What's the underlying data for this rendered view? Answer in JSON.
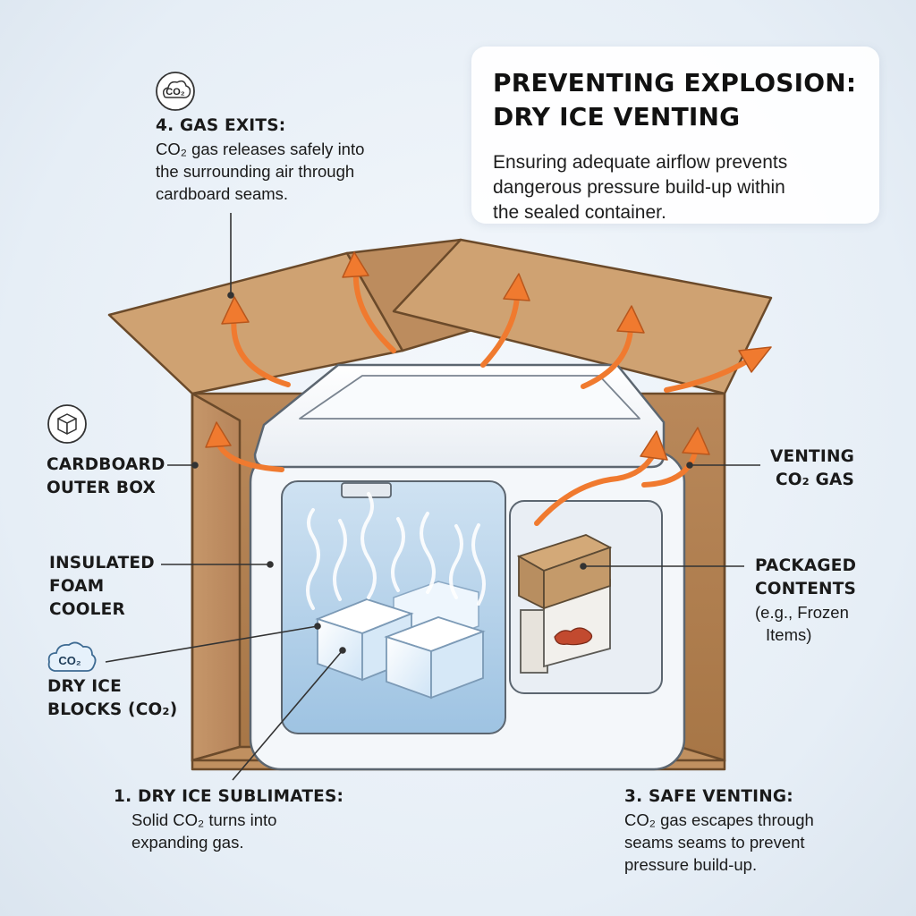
{
  "title": {
    "line1": "PREVENTING EXPLOSION:",
    "line2": "DRY ICE VENTING",
    "description": [
      "Ensuring adequate airflow prevents",
      "dangerous pressure build-up within",
      "the sealed container."
    ]
  },
  "labels": {
    "gas_exits": {
      "heading": "4. GAS EXITS:",
      "lines": [
        "CO₂ gas releases safely into",
        "the surrounding air through",
        "cardboard seams."
      ]
    },
    "cardboard_box": {
      "lines": [
        "CARDBOARD",
        "OUTER BOX"
      ]
    },
    "foam_cooler": {
      "lines": [
        "INSULATED",
        "FOAM",
        "COOLER"
      ]
    },
    "dry_ice": {
      "lines": [
        "DRY ICE",
        "BLOCKS (CO₂)"
      ]
    },
    "sublimates": {
      "heading": "1. DRY ICE SUBLIMATES:",
      "lines": [
        "Solid CO₂ turns into",
        "expanding gas."
      ]
    },
    "venting_gas": {
      "lines": [
        "VENTING",
        "CO₂ GAS"
      ]
    },
    "packaged_contents": {
      "lines": [
        "PACKAGED",
        "CONTENTS"
      ],
      "note": [
        "(e.g., Frozen",
        "Items)"
      ]
    },
    "safe_venting": {
      "heading": "3. SAFE VENTING:",
      "lines": [
        "CO₂ gas escapes through",
        "seams seams to prevent",
        "pressure build-up."
      ]
    }
  },
  "icons": {
    "co2_top": "CO₂",
    "co2_side": "CO₂",
    "box": "box-icon"
  },
  "colors": {
    "cardboard": "#c99a66",
    "cardboard_dark": "#a9794a",
    "foam": "#f4f7fa",
    "ice": "#e4f1fb",
    "arrow": "#f07a2f",
    "leader": "#333333"
  }
}
